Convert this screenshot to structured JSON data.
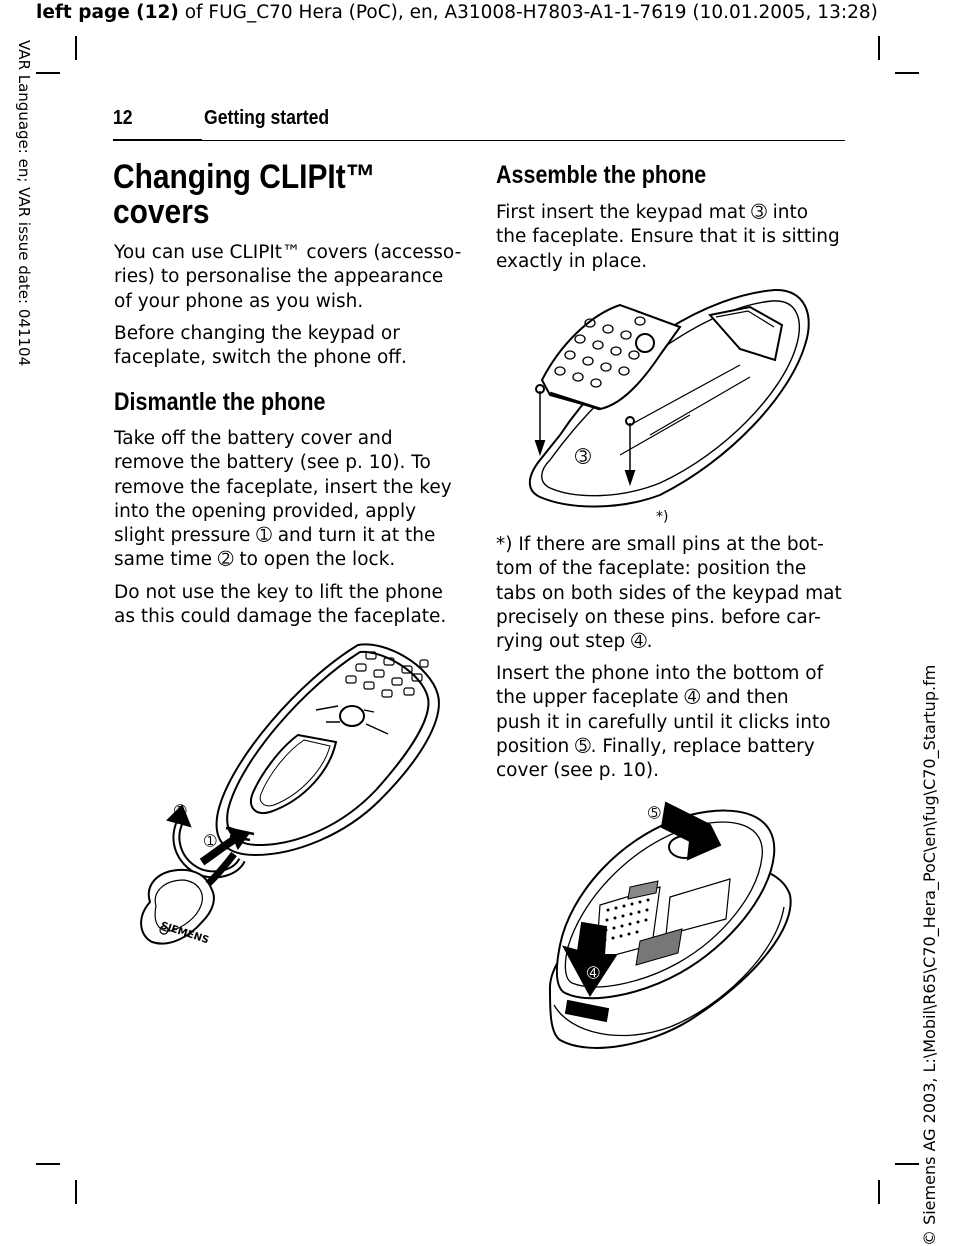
{
  "slug": {
    "bold": "left page (12)",
    "rest": " of FUG_C70 Hera (PoC), en, A31008-H7803-A1-1-7619 (10.01.2005, 13:28)"
  },
  "side_left": "VAR Language: en; VAR issue date: 041104",
  "side_right": "© Siemens AG 2003, L:\\Mobil\\R65\\C70_Hera_PoC\\en\\fug\\C70_Startup.fm",
  "header": {
    "page_number": "12",
    "section": "Getting started"
  },
  "left": {
    "title_line1": "Changing CLIPIt™",
    "title_line2": "covers",
    "intro_lines": [
      "You can use CLIPIt™ covers (accesso-",
      "ries) to personalise the appearance",
      "of your phone as you wish."
    ],
    "before_lines": [
      "Before changing the keypad or",
      "faceplate, switch the phone off."
    ],
    "dismantle_heading": "Dismantle the phone",
    "dismantle_lines": [
      "Take off the battery cover and",
      "remove the battery (see p. 10). To",
      "remove the faceplate, insert the key",
      "into the opening provided, apply",
      "slight pressure ➀ and turn it at the",
      "same time ➁ to open the lock."
    ],
    "warning_lines": [
      "Do not use the key to lift the phone",
      "as this could damage the faceplate."
    ],
    "figure_labels": {
      "step1": "➀",
      "step2": "➁",
      "key_brand": "SIEMENS"
    }
  },
  "right": {
    "assemble_heading": "Assemble the phone",
    "assemble_lines": [
      "First insert the keypad mat ➂ into",
      "the faceplate. Ensure that it is sitting",
      "exactly in place."
    ],
    "figure1_labels": {
      "step3": "➂",
      "footnote_mark": "*)"
    },
    "footnote_lines": [
      "*) If there are small pins at the bot-",
      "tom of the faceplate: position the",
      "tabs on both sides of the keypad mat",
      "precisely on these pins. before car-",
      "rying out step ➃."
    ],
    "insert_lines": [
      "Insert the phone into the bottom of",
      "the upper faceplate ➃ and then",
      "push it in carefully until it clicks into",
      "position ➄. Finally, replace battery",
      "cover (see p. 10)."
    ],
    "figure2_labels": {
      "step4": "➃",
      "step5": "➄"
    }
  }
}
